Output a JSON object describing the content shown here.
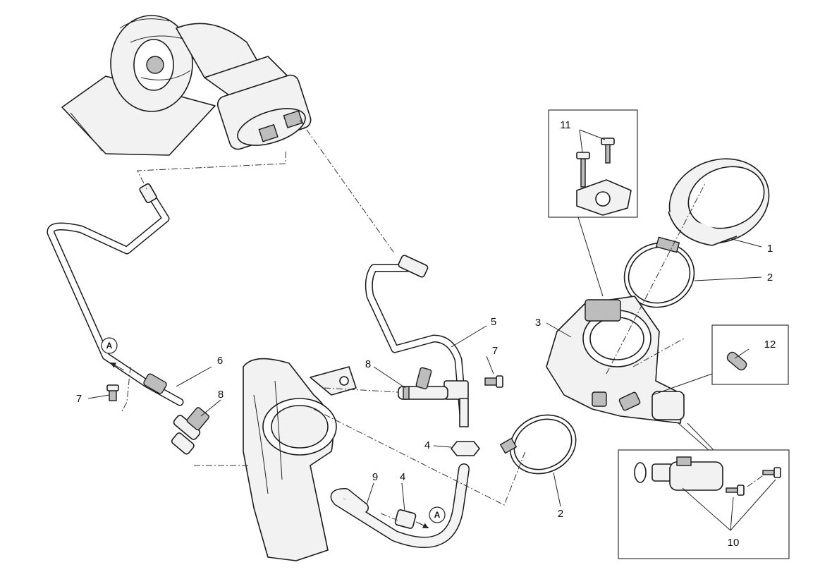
{
  "callouts": {
    "c1": "1",
    "c2a": "2",
    "c2b": "2",
    "c3": "3",
    "c4a": "4",
    "c4b": "4",
    "c5": "5",
    "c6": "6",
    "c7a": "7",
    "c7b": "7",
    "c8a": "8",
    "c8b": "8",
    "c9": "9",
    "c10": "10",
    "c11": "11",
    "c12": "12"
  },
  "refs": {
    "ref_a_left": "A",
    "ref_a_bottom": "A"
  }
}
